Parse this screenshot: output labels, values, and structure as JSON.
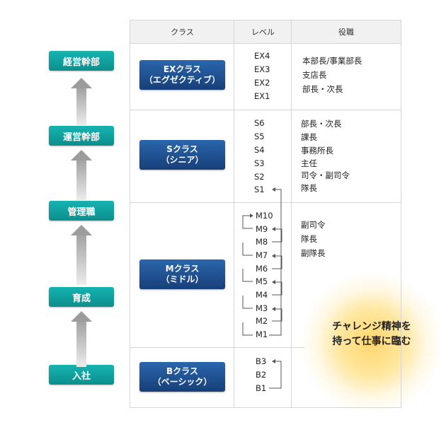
{
  "headers": {
    "class": "クラス",
    "level": "レベル",
    "role": "役職"
  },
  "stages": [
    "経営幹部",
    "運営幹部",
    "管理職",
    "育成",
    "入社"
  ],
  "classes": [
    {
      "line1": "EXクラス",
      "line2": "（エグゼクティブ）",
      "levels": [
        "EX4",
        "EX3",
        "EX2",
        "EX1"
      ],
      "roles": [
        "本部長/事業部長",
        "支店長",
        "部長・次長"
      ]
    },
    {
      "line1": "Sクラス",
      "line2": "（シニア）",
      "levels": [
        "S6",
        "S5",
        "S4",
        "S3",
        "S2",
        "S1"
      ],
      "roles": [
        "部長・次長",
        "課長",
        "事務所長",
        "主任",
        "司令・副司令",
        "隊長"
      ]
    },
    {
      "line1": "Mクラス",
      "line2": "（ミドル）",
      "levels": [
        "M10",
        "M9",
        "M8",
        "M7",
        "M6",
        "M5",
        "M4",
        "M3",
        "M2",
        "M1"
      ],
      "roles": [
        "副司令",
        "隊長",
        "副隊長"
      ]
    },
    {
      "line1": "Bクラス",
      "line2": "（ベーシック）",
      "levels": [
        "B3",
        "B2",
        "B1"
      ],
      "roles": []
    }
  ],
  "slogan": {
    "line1": "チャレンジ精神を",
    "line2": "持って仕事に臨む"
  },
  "colors": {
    "stage": "#0b8f8d",
    "class": "#1f4f8e",
    "arrow": "#9c9c9c"
  }
}
